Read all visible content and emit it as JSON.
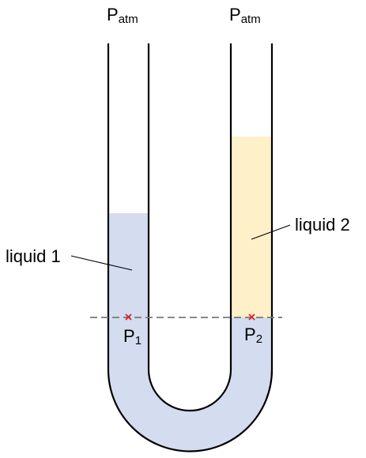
{
  "labels": {
    "left_atm": {
      "main": "P",
      "sub": "atm"
    },
    "right_atm": {
      "main": "P",
      "sub": "atm"
    },
    "p1": {
      "main": "P",
      "sub": "1"
    },
    "p2": {
      "main": "P",
      "sub": "2"
    },
    "liquid1": "liquid 1",
    "liquid2": "liquid 2"
  },
  "colors": {
    "liquid1": "#d4dcf0",
    "liquid2": "#fef0c8",
    "tube_wall": "#000000",
    "marker": "#e02020",
    "reference_line": "#777777"
  }
}
